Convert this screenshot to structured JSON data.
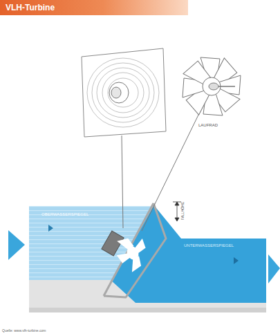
{
  "diagram": {
    "title": "VLH-Turbine",
    "labels": [
      "LAUFRAD",
      "OBERWASSERSPIEGEL",
      "FALLHÖHE",
      "UNTERWASSERSPIEGEL",
      "Quelle: www.vlh-turbine.com"
    ]
  }
}
